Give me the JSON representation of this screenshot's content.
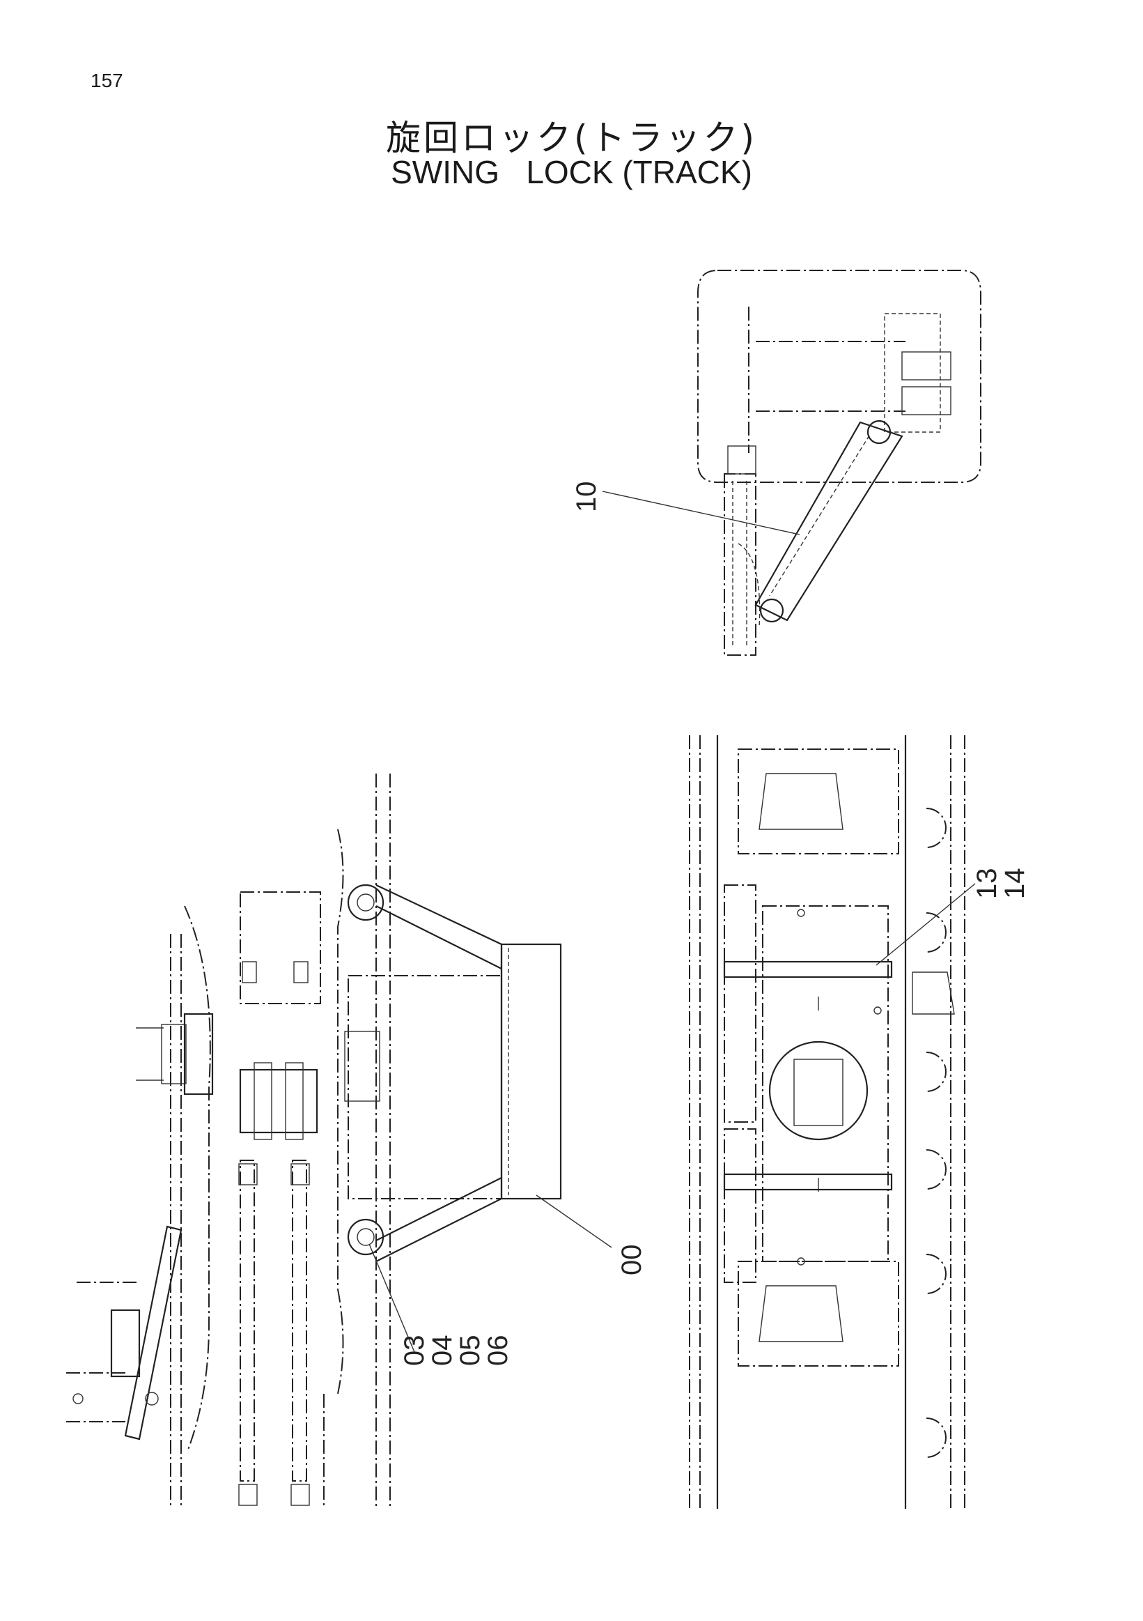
{
  "page": {
    "number": "157",
    "title_jp": "旋回ロック(トラック)",
    "title_en": "SWING   LOCK (TRACK)"
  },
  "callouts": {
    "top_view": "10",
    "track_right_a": "13",
    "track_right_b": "14",
    "bracket": "00",
    "pins_a": "03",
    "pins_b": "04",
    "pins_c": "05",
    "pins_d": "06"
  }
}
